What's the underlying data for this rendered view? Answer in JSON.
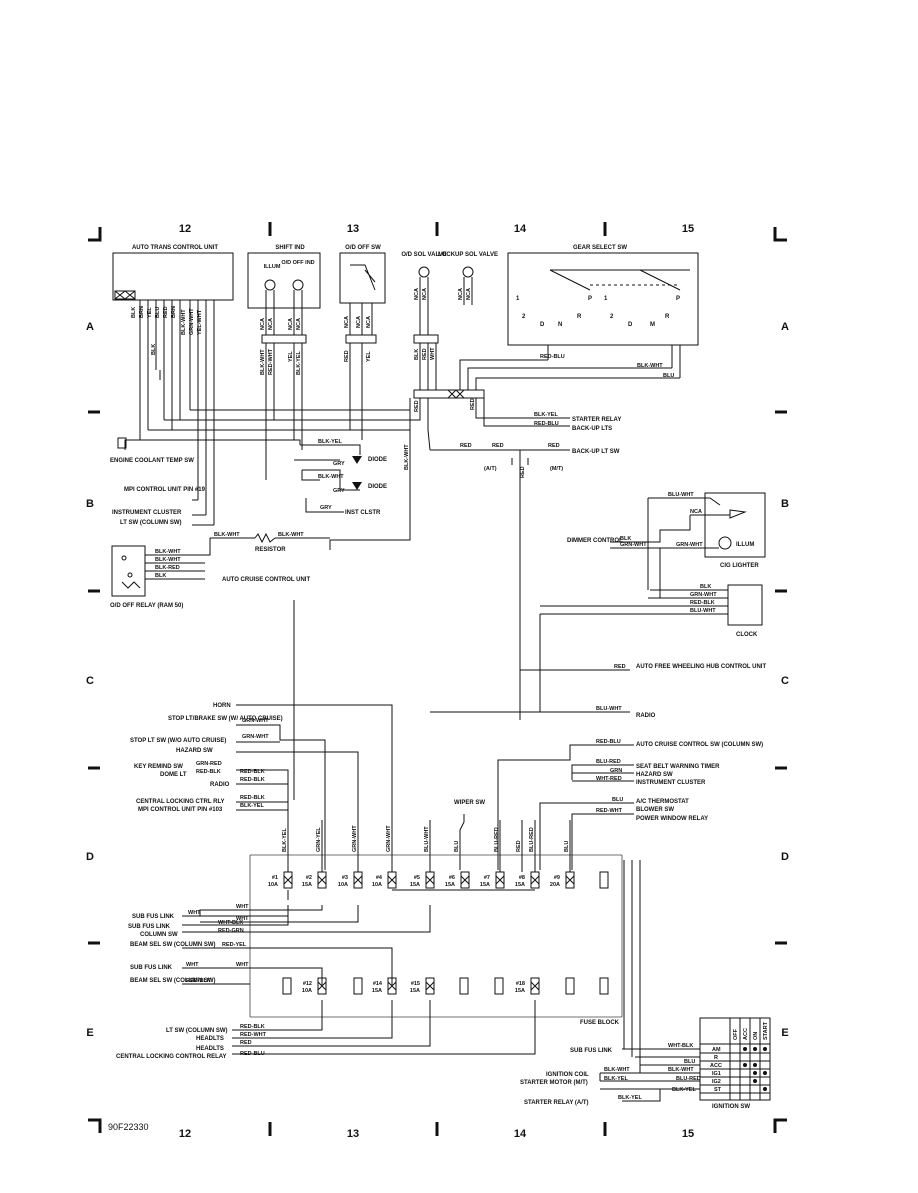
{
  "columns": [
    "12",
    "13",
    "14",
    "15"
  ],
  "rows_left": [
    "A",
    "B",
    "C",
    "D",
    "E"
  ],
  "rows_right": [
    "A",
    "B",
    "C",
    "D",
    "E"
  ],
  "figure_code": "90F22330",
  "components": {
    "atcu": "AUTO TRANS CONTROL UNIT",
    "shift_ind": "SHIFT IND",
    "illum": "ILLUM",
    "od_off_ind": "O/D OFF IND",
    "od_off_sw": "O/D OFF SW",
    "od_sol": "O/D SOL VALVE",
    "lockup_sol": "LOCKUP SOL VALVE",
    "gear_select": "GEAR SELECT SW",
    "engine_coolant": "ENGINE COOLANT TEMP SW",
    "mpi_19": "MPI CONTROL UNIT PIN #19",
    "inst_cluster": "INSTRUMENT CLUSTER",
    "lt_sw_col": "LT SW (COLUMN SW)",
    "resistor": "RESISTOR",
    "od_relay": "O/D OFF RELAY (RAM 50)",
    "auto_cruise": "AUTO CRUISE CONTROL UNIT",
    "diode1": "DIODE",
    "diode2": "DIODE",
    "inst_clstr": "INST CLSTR",
    "starter_relay": "STARTER RELAY",
    "backup_lts": "BACK-UP LTS",
    "backup_lt_sw": "BACK-UP LT SW",
    "at": "(A/T)",
    "mt": "(M/T)",
    "dimmer": "DIMMER CONTROL",
    "cig_lighter": "CIG LIGHTER",
    "clock": "CLOCK",
    "auto_free": "AUTO FREE WHEELING HUB CONTROL UNIT",
    "radio_r": "RADIO",
    "horn": "HORN",
    "stop_lt_w": "STOP LT/BRAKE SW (W/ AUTO CRUISE)",
    "stop_lt_wo": "STOP LT SW (W/O AUTO CRUISE)",
    "hazard_sw": "HAZARD SW",
    "key_remind": "KEY REMIND SW",
    "dome_lt": "DOME LT",
    "radio_l": "RADIO",
    "central_lock": "CENTRAL LOCKING CTRL RLY",
    "mpi_103": "MPI CONTROL UNIT PIN #103",
    "wiper_sw": "WIPER SW",
    "auto_cruise_sw": "AUTO CRUISE CONTROL SW (COLUMN SW)",
    "seat_belt": "SEAT BELT WARNING TIMER",
    "hazard_sw_r": "HAZARD SW",
    "inst_cluster_r": "INSTRUMENT CLUSTER",
    "ac_thermo": "A/C THERMOSTAT",
    "blower_sw": "BLOWER SW",
    "power_window": "POWER WINDOW RELAY",
    "sub_fus1": "SUB FUS LINK",
    "sub_fus2": "SUB FUS LINK",
    "column_sw": "COLUMN SW",
    "beam_sel1": "BEAM SEL SW (COLUMN SW)",
    "sub_fus3": "SUB FUS LINK",
    "beam_sel2": "BEAM SEL SW (COLUMN SW)",
    "fuse_block": "FUSE BLOCK",
    "lt_sw_col2": "LT SW (COLUMN SW)",
    "headlts1": "HEADLTS",
    "headlts2": "HEADLTS",
    "central_lock2": "CENTRAL LOCKING CONTROL RELAY",
    "sub_fus_r": "SUB FUS LINK",
    "ign_coil": "IGNITION COIL",
    "starter_motor": "STARTER MOTOR (M/T)",
    "starter_relay_at": "STARTER RELAY (A/T)",
    "ign_sw": "IGNITION SW"
  },
  "fuses_top": [
    {
      "num": "#1",
      "amp": "10A"
    },
    {
      "num": "#2",
      "amp": "15A"
    },
    {
      "num": "#3",
      "amp": "10A"
    },
    {
      "num": "#4",
      "amp": "10A"
    },
    {
      "num": "#5",
      "amp": "15A"
    },
    {
      "num": "#6",
      "amp": "15A"
    },
    {
      "num": "#7",
      "amp": "15A"
    },
    {
      "num": "#8",
      "amp": "15A"
    },
    {
      "num": "#9",
      "amp": "20A"
    }
  ],
  "fuses_bottom": [
    {
      "num": "#12",
      "amp": "10A"
    },
    {
      "num": "#14",
      "amp": "15A"
    },
    {
      "num": "#15",
      "amp": "15A"
    },
    {
      "num": "#18",
      "amp": "15A"
    }
  ],
  "fuse_wires_top": [
    "BLK-YEL",
    "GRN-YEL",
    "GRN-WHT",
    "GRN-WHT",
    "BLU-WHT",
    "BLU",
    "BLU-RED",
    "RED",
    "BLU-RED",
    "BLU"
  ],
  "ign_table": {
    "headers": [
      "OFF",
      "ACC",
      "ON",
      "START"
    ],
    "rows": [
      "AM",
      "R",
      "ACC",
      "IG1",
      "IG2",
      "ST"
    ]
  },
  "wire_colors": {
    "atcu": [
      "BLK",
      "BRN",
      "YEL",
      "BLU",
      "RED",
      "BRN",
      "BLK-WHT",
      "GRN-WHT",
      "YEL-WHT"
    ],
    "shift": [
      "NCA",
      "NCA",
      "NCA",
      "NCA"
    ],
    "shift_low": [
      "BLK-WHT",
      "RED-WHT",
      "YEL",
      "BLK-YEL"
    ],
    "odoff": [
      "NCA",
      "NCA",
      "NCA"
    ],
    "odoff_low": [
      "RED",
      "YEL"
    ],
    "sol": [
      "NCA",
      "NCA",
      "NCA",
      "NCA"
    ],
    "sol_low": [
      "BLK",
      "RED",
      "WHT"
    ],
    "red_blu": "RED-BLU",
    "blk_wht": "BLK-WHT",
    "blu": "BLU",
    "blk_yel_sr": "BLK-YEL",
    "red_blu_bl": "RED-BLU",
    "red": "RED",
    "blk_wht_v": "BLK-WHT",
    "blk": "BLK",
    "red_v": "RED",
    "blk_yel_d": "BLK-YEL",
    "gry1": "GRY",
    "blk_wht_d": "BLK-WHT",
    "gry2": "GRY",
    "gry3": "GRY",
    "res_l": "BLK-WHT",
    "res_r": "BLK-WHT",
    "relay": [
      "BLK-WHT",
      "BLK-WHT",
      "BLK-RED",
      "BLK"
    ],
    "cig": [
      "BLU-WHT",
      "NCA"
    ],
    "dimmer": [
      "BLK",
      "GRN-WHT",
      "GRN-WHT"
    ],
    "clock": [
      "BLK",
      "GRN-WHT",
      "RED-BLK",
      "BLU-WHT"
    ],
    "free_red": "RED",
    "radio_bw": "BLU-WHT",
    "left": [
      "GRN-WHT",
      "GRN-WHT",
      "GRN-RED",
      "RED-BLK",
      "RED-BLK",
      "RED-BLK",
      "RED-BLK",
      "BLK-YEL"
    ],
    "right": [
      "RED-BLU",
      "BLU-RED",
      "GRN",
      "WHT-RED",
      "BLU",
      "RED-WHT"
    ],
    "subfus": [
      "WHT-BLK",
      "WHT",
      "WHT",
      "WHT",
      "RED-GRN",
      "RED-YEL",
      "WHT",
      "WHT",
      "RED-BLK"
    ],
    "bottom": [
      "RED-BLK",
      "RED-WHT",
      "RED",
      "RED-BLU"
    ],
    "ign": [
      "WHT-BLK",
      "BLU",
      "BLK-WHT",
      "BLU-RED",
      "BLK-YEL",
      "BLK-WHT",
      "BLK-YEL",
      "BLK-YEL"
    ],
    "wiper_blu": "BLU"
  }
}
